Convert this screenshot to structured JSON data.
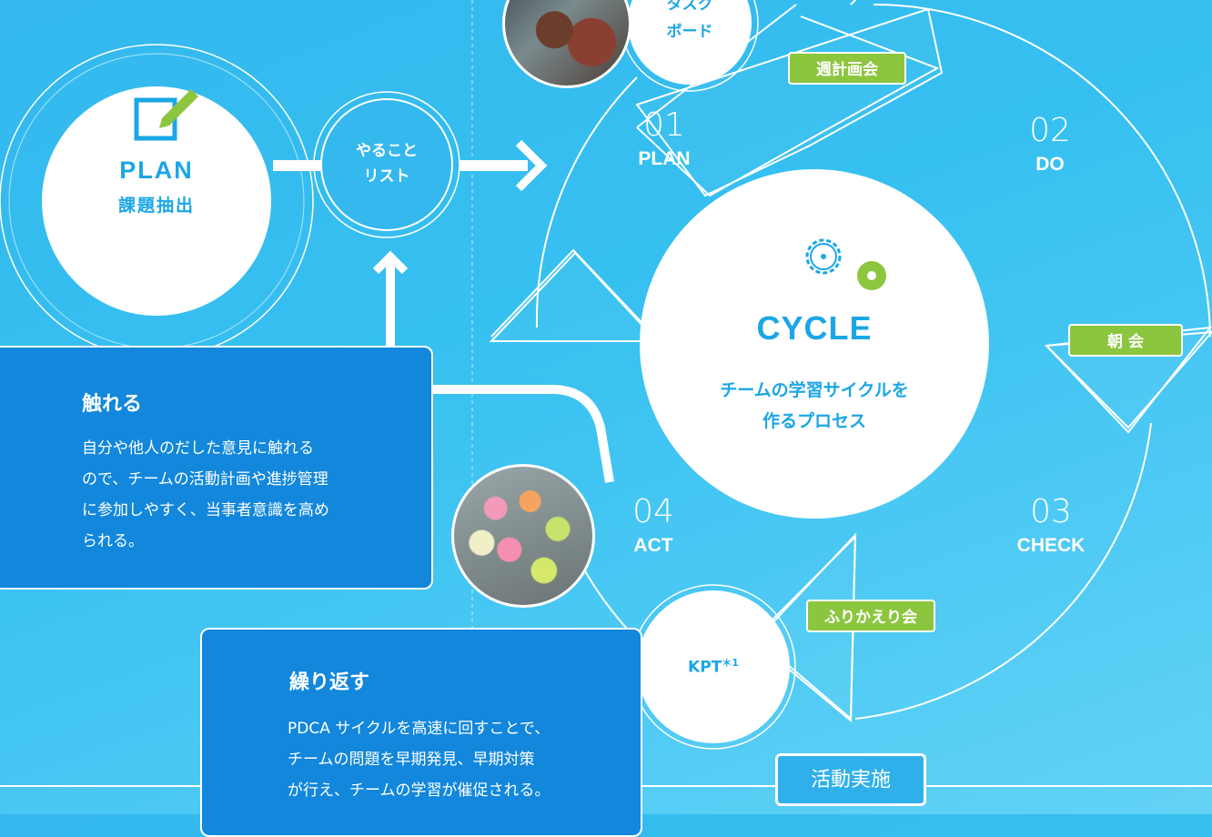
{
  "plan_node": {
    "title": "PLAN",
    "subtitle": "課題抽出"
  },
  "todo_node": {
    "line1": "やること",
    "line2": "リスト"
  },
  "taskboard_node": {
    "line1": "タスク",
    "line2": "ボード"
  },
  "kpt_node": {
    "label": "KPT",
    "sup": "＊1"
  },
  "center": {
    "title": "CYCLE",
    "line1": "チームの学習サイクルを",
    "line2": "作るプロセス"
  },
  "phases": [
    {
      "num": "01",
      "label": "PLAN"
    },
    {
      "num": "02",
      "label": "DO"
    },
    {
      "num": "03",
      "label": "CHECK"
    },
    {
      "num": "04",
      "label": "ACT"
    }
  ],
  "tags": {
    "weekly": "週計画会",
    "morning": "朝 会",
    "retro": "ふりかえり会"
  },
  "card_touch": {
    "title": "触れる",
    "lines": [
      "自分や他人のだした意見に触れる",
      "ので、チームの活動計画や進捗管理",
      "に参加しやすく、当事者意識を高め",
      "られる。"
    ]
  },
  "card_repeat": {
    "title": "繰り返す",
    "lines": [
      "PDCA サイクルを高速に回すことで、",
      "チームの問題を早期発見、早期対策",
      "が行え、チームの学習が催促される。"
    ]
  },
  "bottom_label": "活動実施",
  "colors": {
    "accent_green": "#8cc63f",
    "text_blue": "#1ba6e6",
    "card_blue": "#1287dc"
  },
  "icons": [
    "edit-icon",
    "gears-icon",
    "heart-icon",
    "repeat-icon"
  ]
}
